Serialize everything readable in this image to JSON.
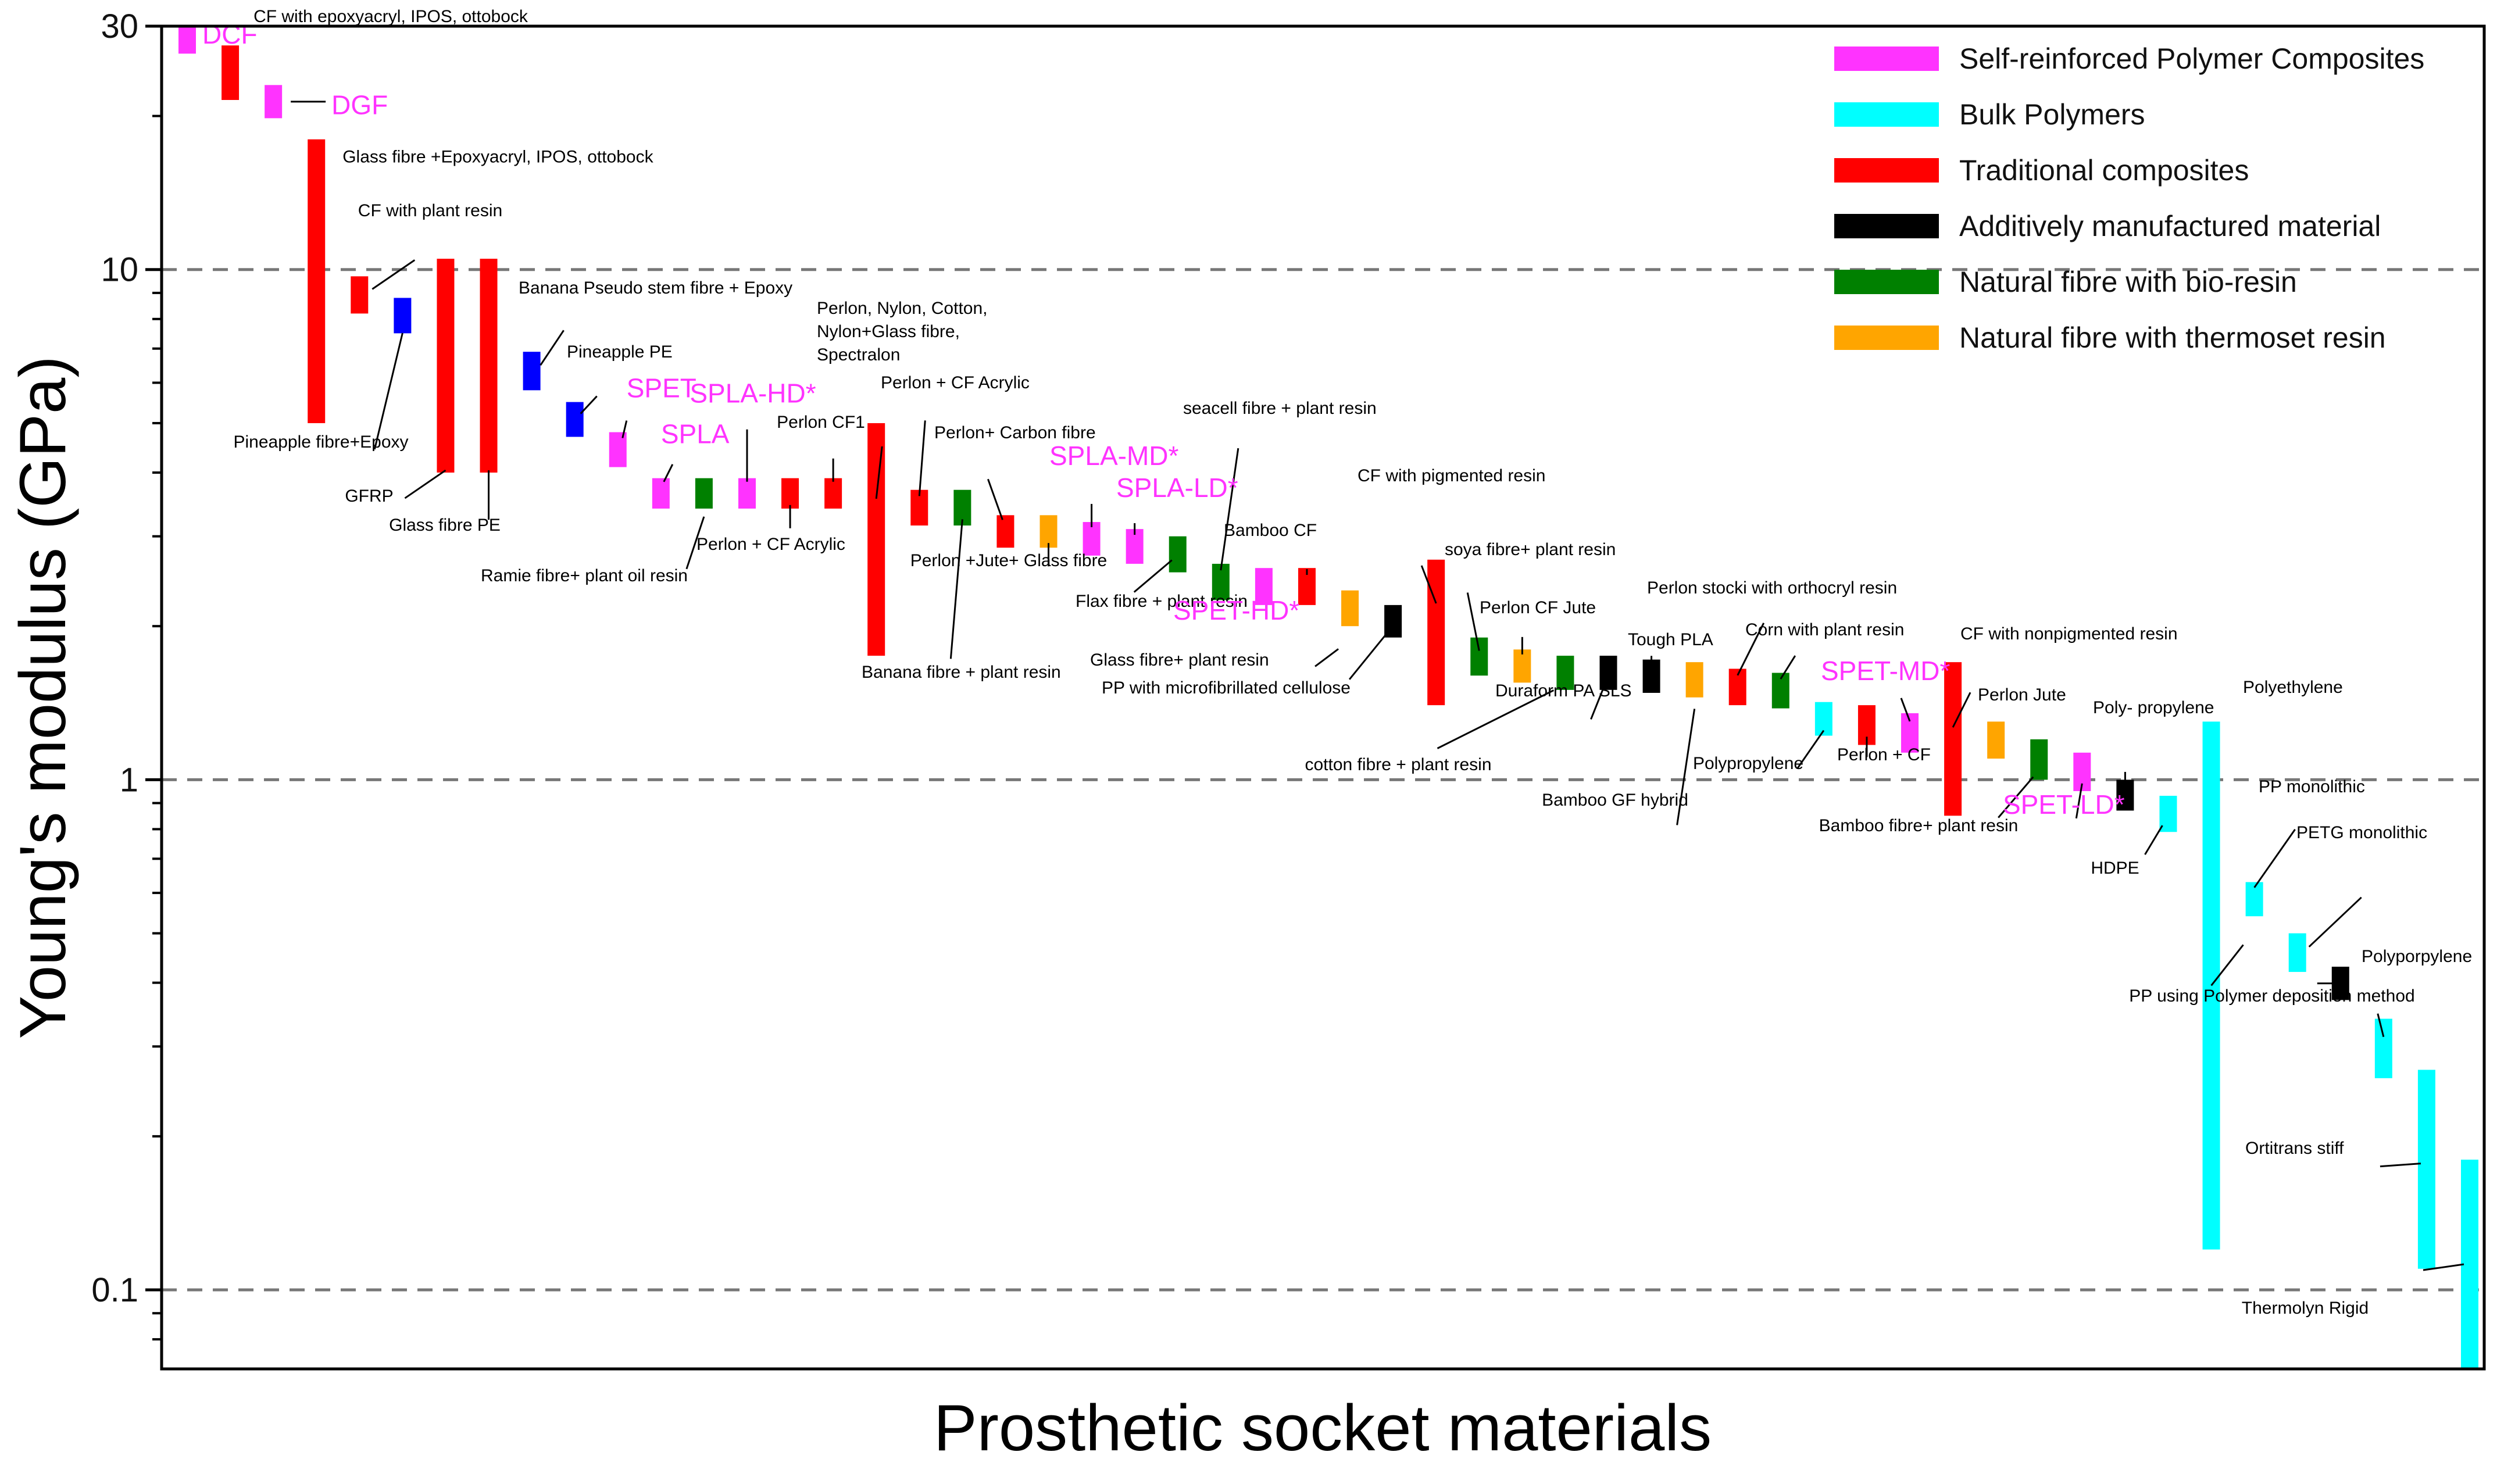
{
  "chart_data": {
    "type": "bar",
    "xlabel": "Prosthetic socket materials",
    "ylabel": "Young's modulus (GPa)",
    "yscale": "log",
    "ylim": [
      0.07,
      30
    ],
    "yticks": [
      {
        "value": 30,
        "label": "30"
      },
      {
        "value": 10,
        "label": "10"
      },
      {
        "value": 1,
        "label": "1"
      },
      {
        "value": 0.1,
        "label": "0.1"
      }
    ],
    "reference_lines": [
      10,
      1,
      0.1
    ],
    "colors": {
      "self_reinforced": "#ff33ff",
      "bulk": "#00ffff",
      "traditional": "#ff0000",
      "additive": "#000000",
      "bio": "#008000",
      "thermoset": "#ffa500",
      "unclassified": "#0000ff"
    },
    "legend": {
      "position": "top-right",
      "entries": [
        {
          "group": "self_reinforced",
          "label": "Self-reinforced Polymer Composites"
        },
        {
          "group": "bulk",
          "label": "Bulk Polymers"
        },
        {
          "group": "traditional",
          "label": "Traditional composites"
        },
        {
          "group": "additive",
          "label": "Additively manufactured material"
        },
        {
          "group": "bio",
          "label": "Natural fibre with bio-resin"
        },
        {
          "group": "thermoset",
          "label": "Natural fibre with thermoset resin"
        }
      ]
    },
    "materials": [
      {
        "label": "DCF",
        "group": "self_reinforced",
        "low": 26.5,
        "high": 30
      },
      {
        "label": "CF with epoxyacryl, IPOS, ottobock",
        "group": "traditional",
        "low": 21.5,
        "high": 27.5
      },
      {
        "label": "DGF",
        "group": "self_reinforced",
        "low": 19.8,
        "high": 23
      },
      {
        "label": "Glass fibre +Epoxyacryl, IPOS, ottobock",
        "group": "traditional",
        "low": 5.0,
        "high": 18.0
      },
      {
        "label": "CF with plant resin",
        "group": "traditional",
        "low": 8.2,
        "high": 9.7
      },
      {
        "label": "Pineapple fibre+Epoxy",
        "group": "unclassified",
        "low": 7.5,
        "high": 8.8
      },
      {
        "label": "GFRP",
        "group": "traditional",
        "low": 4.0,
        "high": 10.5
      },
      {
        "label": "Glass fibre PE",
        "group": "traditional",
        "low": 4.0,
        "high": 10.5
      },
      {
        "label": "Banana Pseudo stem fibre + Epoxy",
        "group": "unclassified",
        "low": 5.8,
        "high": 6.9
      },
      {
        "label": "Pineapple PE",
        "group": "unclassified",
        "low": 4.7,
        "high": 5.5
      },
      {
        "label": "SPET",
        "group": "self_reinforced",
        "low": 4.1,
        "high": 4.8
      },
      {
        "label": "SPLA",
        "group": "self_reinforced",
        "low": 3.4,
        "high": 3.9
      },
      {
        "label": "Ramie fibre+ plant oil resin",
        "group": "bio",
        "low": 3.4,
        "high": 3.9
      },
      {
        "label": "SPLA-HD*",
        "group": "self_reinforced",
        "low": 3.4,
        "high": 3.9
      },
      {
        "label": "Perlon + CF Acrylic",
        "group": "traditional",
        "low": 3.4,
        "high": 3.9
      },
      {
        "label": "Perlon CF1",
        "group": "traditional",
        "low": 3.4,
        "high": 3.9
      },
      {
        "label": "Perlon, Nylon, Cotton, Nylon+Glass fibre, Spectralon",
        "group": "traditional",
        "low": 1.75,
        "high": 5.0
      },
      {
        "label": "Perlon + CF Acrylic",
        "group": "traditional",
        "low": 3.15,
        "high": 3.7
      },
      {
        "label": "Banana fibre + plant resin",
        "group": "bio",
        "low": 3.15,
        "high": 3.7
      },
      {
        "label": "Perlon+ Carbon fibre",
        "group": "traditional",
        "low": 2.85,
        "high": 3.3
      },
      {
        "label": "Perlon +Jute+ Glass fibre",
        "group": "thermoset",
        "low": 2.85,
        "high": 3.3
      },
      {
        "label": "SPLA-MD*",
        "group": "self_reinforced",
        "low": 2.75,
        "high": 3.2
      },
      {
        "label": "SPLA-LD*",
        "group": "self_reinforced",
        "low": 2.65,
        "high": 3.1
      },
      {
        "label": "Flax fibre + plant resin",
        "group": "bio",
        "low": 2.55,
        "high": 3.0
      },
      {
        "label": "seacell fibre + plant resin",
        "group": "bio",
        "low": 2.25,
        "high": 2.65
      },
      {
        "label": "SPET-HD*",
        "group": "self_reinforced",
        "low": 2.2,
        "high": 2.6
      },
      {
        "label": "Bamboo CF",
        "group": "traditional",
        "low": 2.2,
        "high": 2.6
      },
      {
        "label": "Glass fibre+ plant resin",
        "group": "thermoset",
        "low": 2.0,
        "high": 2.35
      },
      {
        "label": "PP with microfibrillated cellulose",
        "group": "additive",
        "low": 1.9,
        "high": 2.2
      },
      {
        "label": "CF with pigmented resin",
        "group": "traditional",
        "low": 1.4,
        "high": 2.7
      },
      {
        "label": "soya fibre+ plant resin",
        "group": "bio",
        "low": 1.6,
        "high": 1.9
      },
      {
        "label": "Perlon CF Jute",
        "group": "thermoset",
        "low": 1.55,
        "high": 1.8
      },
      {
        "label": "cotton fibre + plant resin",
        "group": "bio",
        "low": 1.5,
        "high": 1.75
      },
      {
        "label": "Duraform PA SLS",
        "group": "additive",
        "low": 1.5,
        "high": 1.75
      },
      {
        "label": "Tough PLA",
        "group": "additive",
        "low": 1.48,
        "high": 1.72
      },
      {
        "label": "Bamboo GF hybrid",
        "group": "thermoset",
        "low": 1.45,
        "high": 1.7
      },
      {
        "label": "Perlon stocki with orthocryl resin",
        "group": "traditional",
        "low": 1.4,
        "high": 1.65
      },
      {
        "label": "Corn with plant resin",
        "group": "bio",
        "low": 1.38,
        "high": 1.62
      },
      {
        "label": "Polypropylene",
        "group": "bulk",
        "low": 1.22,
        "high": 1.42
      },
      {
        "label": "Perlon + CF",
        "group": "traditional",
        "low": 1.17,
        "high": 1.4
      },
      {
        "label": "SPET-MD*",
        "group": "self_reinforced",
        "low": 1.13,
        "high": 1.35
      },
      {
        "label": "CF with nonpigmented resin",
        "group": "traditional",
        "low": 0.85,
        "high": 1.7
      },
      {
        "label": "Perlon Jute",
        "group": "thermoset",
        "low": 1.1,
        "high": 1.3
      },
      {
        "label": "Bamboo fibre+ plant resin",
        "group": "bio",
        "low": 1.0,
        "high": 1.2
      },
      {
        "label": "SPET-LD*",
        "group": "self_reinforced",
        "low": 0.95,
        "high": 1.13
      },
      {
        "label": "Poly- propylene",
        "group": "additive",
        "low": 0.87,
        "high": 1.0
      },
      {
        "label": "HDPE",
        "group": "bulk",
        "low": 0.79,
        "high": 0.93
      },
      {
        "label": "Polyethylene",
        "group": "bulk",
        "low": 0.12,
        "high": 1.3
      },
      {
        "label": "PP monolithic",
        "group": "bulk",
        "low": 0.54,
        "high": 0.63
      },
      {
        "label": "PETG monolithic",
        "group": "bulk",
        "low": 0.42,
        "high": 0.5
      },
      {
        "label": "PP using Polymer deposition method",
        "group": "additive",
        "low": 0.37,
        "high": 0.43
      },
      {
        "label": "Polyporpylene",
        "group": "bulk",
        "low": 0.26,
        "high": 0.34
      },
      {
        "label": "Ortitrans stiff",
        "group": "bulk",
        "low": 0.11,
        "high": 0.27
      },
      {
        "label": "Thermolyn Rigid",
        "group": "bulk",
        "low": 0.07,
        "high": 0.18
      }
    ]
  }
}
